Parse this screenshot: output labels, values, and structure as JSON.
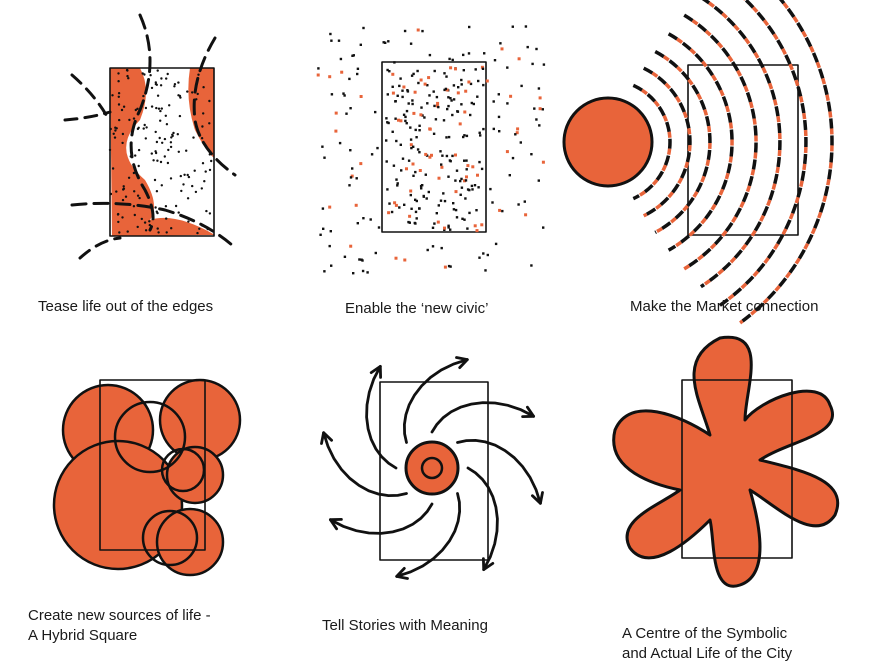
{
  "colors": {
    "accent": "#e8643a",
    "ink": "#111111",
    "background": "#ffffff"
  },
  "panels": [
    {
      "caption": "Tease life out of the edges"
    },
    {
      "caption": "Enable the ‘new civic’"
    },
    {
      "caption": "Make the Market connection"
    },
    {
      "caption_line1": "Create new sources of life -",
      "caption_line2": "A Hybrid Square"
    },
    {
      "caption": "Tell Stories with Meaning"
    },
    {
      "caption_line1": "A Centre of the Symbolic",
      "caption_line2": "and Actual Life of the City"
    }
  ]
}
